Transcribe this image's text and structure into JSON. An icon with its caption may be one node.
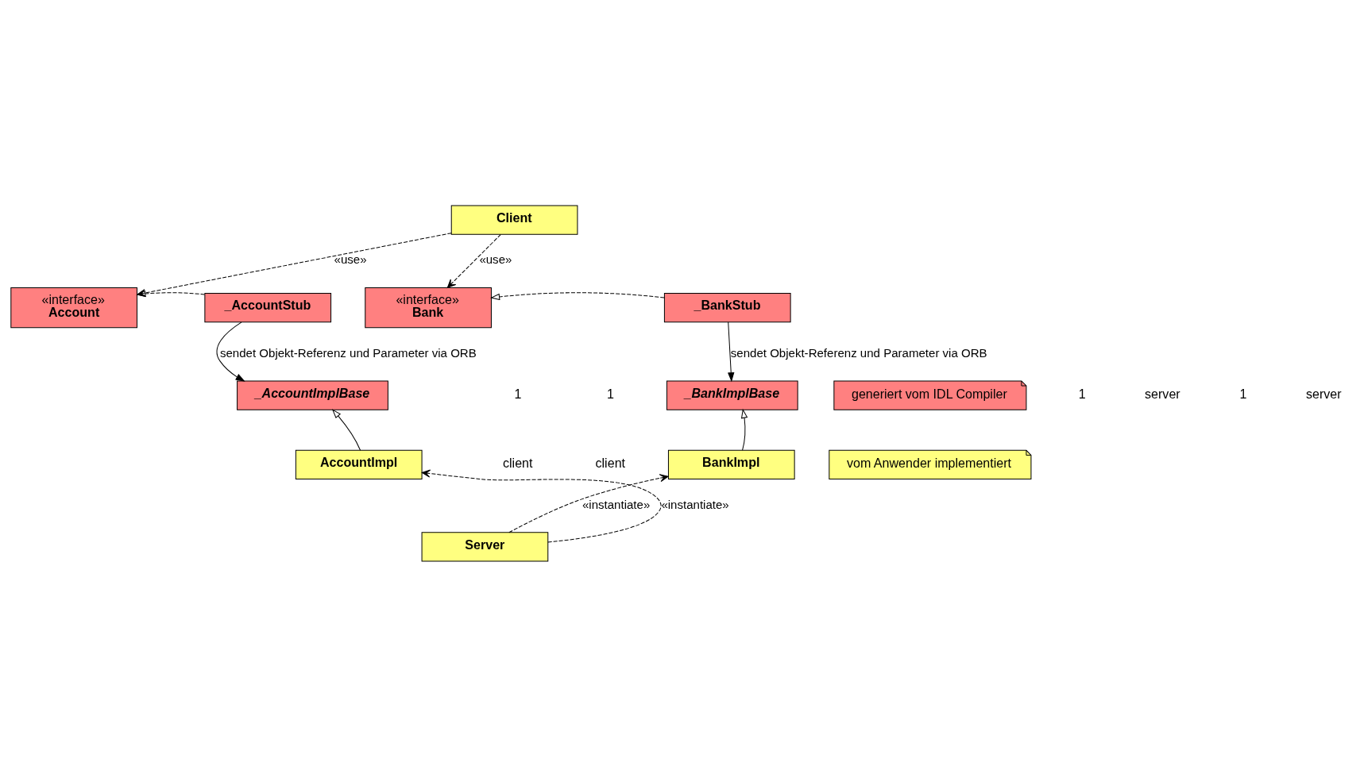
{
  "diagram": {
    "nodes": [
      {
        "text": [
          "Client"
        ]
      },
      {
        "text": [
          "_BankStub"
        ]
      },
      {
        "text": [
          "«interface»",
          "Bank"
        ]
      },
      {
        "text": [
          "«interface»",
          "Account"
        ]
      },
      {
        "text": [
          "_AccountStub"
        ]
      },
      {
        "text": [
          "generiert vom IDL Compiler"
        ]
      },
      {
        "text": [
          "_BankImplBase"
        ]
      },
      {
        "text": [
          "_AccountImplBase"
        ]
      },
      {
        "text": [
          "vom Anwender implementiert"
        ]
      },
      {
        "text": [
          "BankImpl"
        ]
      },
      {
        "text": [
          "AccountImpl"
        ]
      },
      {
        "text": [
          "Server"
        ]
      }
    ],
    "edges": [
      {
        "from": 0,
        "to": 2,
        "arrow": "to",
        "style": "dashed",
        "label": "«use»"
      },
      {
        "from": 0,
        "to": 3,
        "arrow": "to",
        "style": "dashed",
        "label": "«use»"
      },
      {
        "from": 1,
        "to": 2,
        "arrow": "to",
        "style": "dashed"
      },
      {
        "from": 4,
        "to": 3,
        "arrow": "to",
        "style": "dashed"
      },
      {
        "from": 1,
        "to": 6,
        "arrow": "to",
        "label": "sendet Objekt-Referenz und Parameter via ORB"
      },
      {
        "from": 4,
        "to": 7,
        "arrow": "to",
        "label": "sendet Objekt-Referenz und Parameter via ORB"
      },
      {
        "from": 9,
        "to": 6,
        "arrow": "to"
      },
      {
        "from": 10,
        "to": 7,
        "arrow": "to"
      },
      {
        "from": 11,
        "to": 9,
        "arrow": "to",
        "style": "dashed",
        "label": "«instantiate»"
      },
      {
        "from": 11,
        "to": 10,
        "arrow": "to",
        "style": "dashed",
        "label": "«instantiate»"
      }
    ],
    "labels": [
      "1",
      "client",
      "1",
      "server",
      "1",
      "client",
      "1",
      "server"
    ]
  }
}
